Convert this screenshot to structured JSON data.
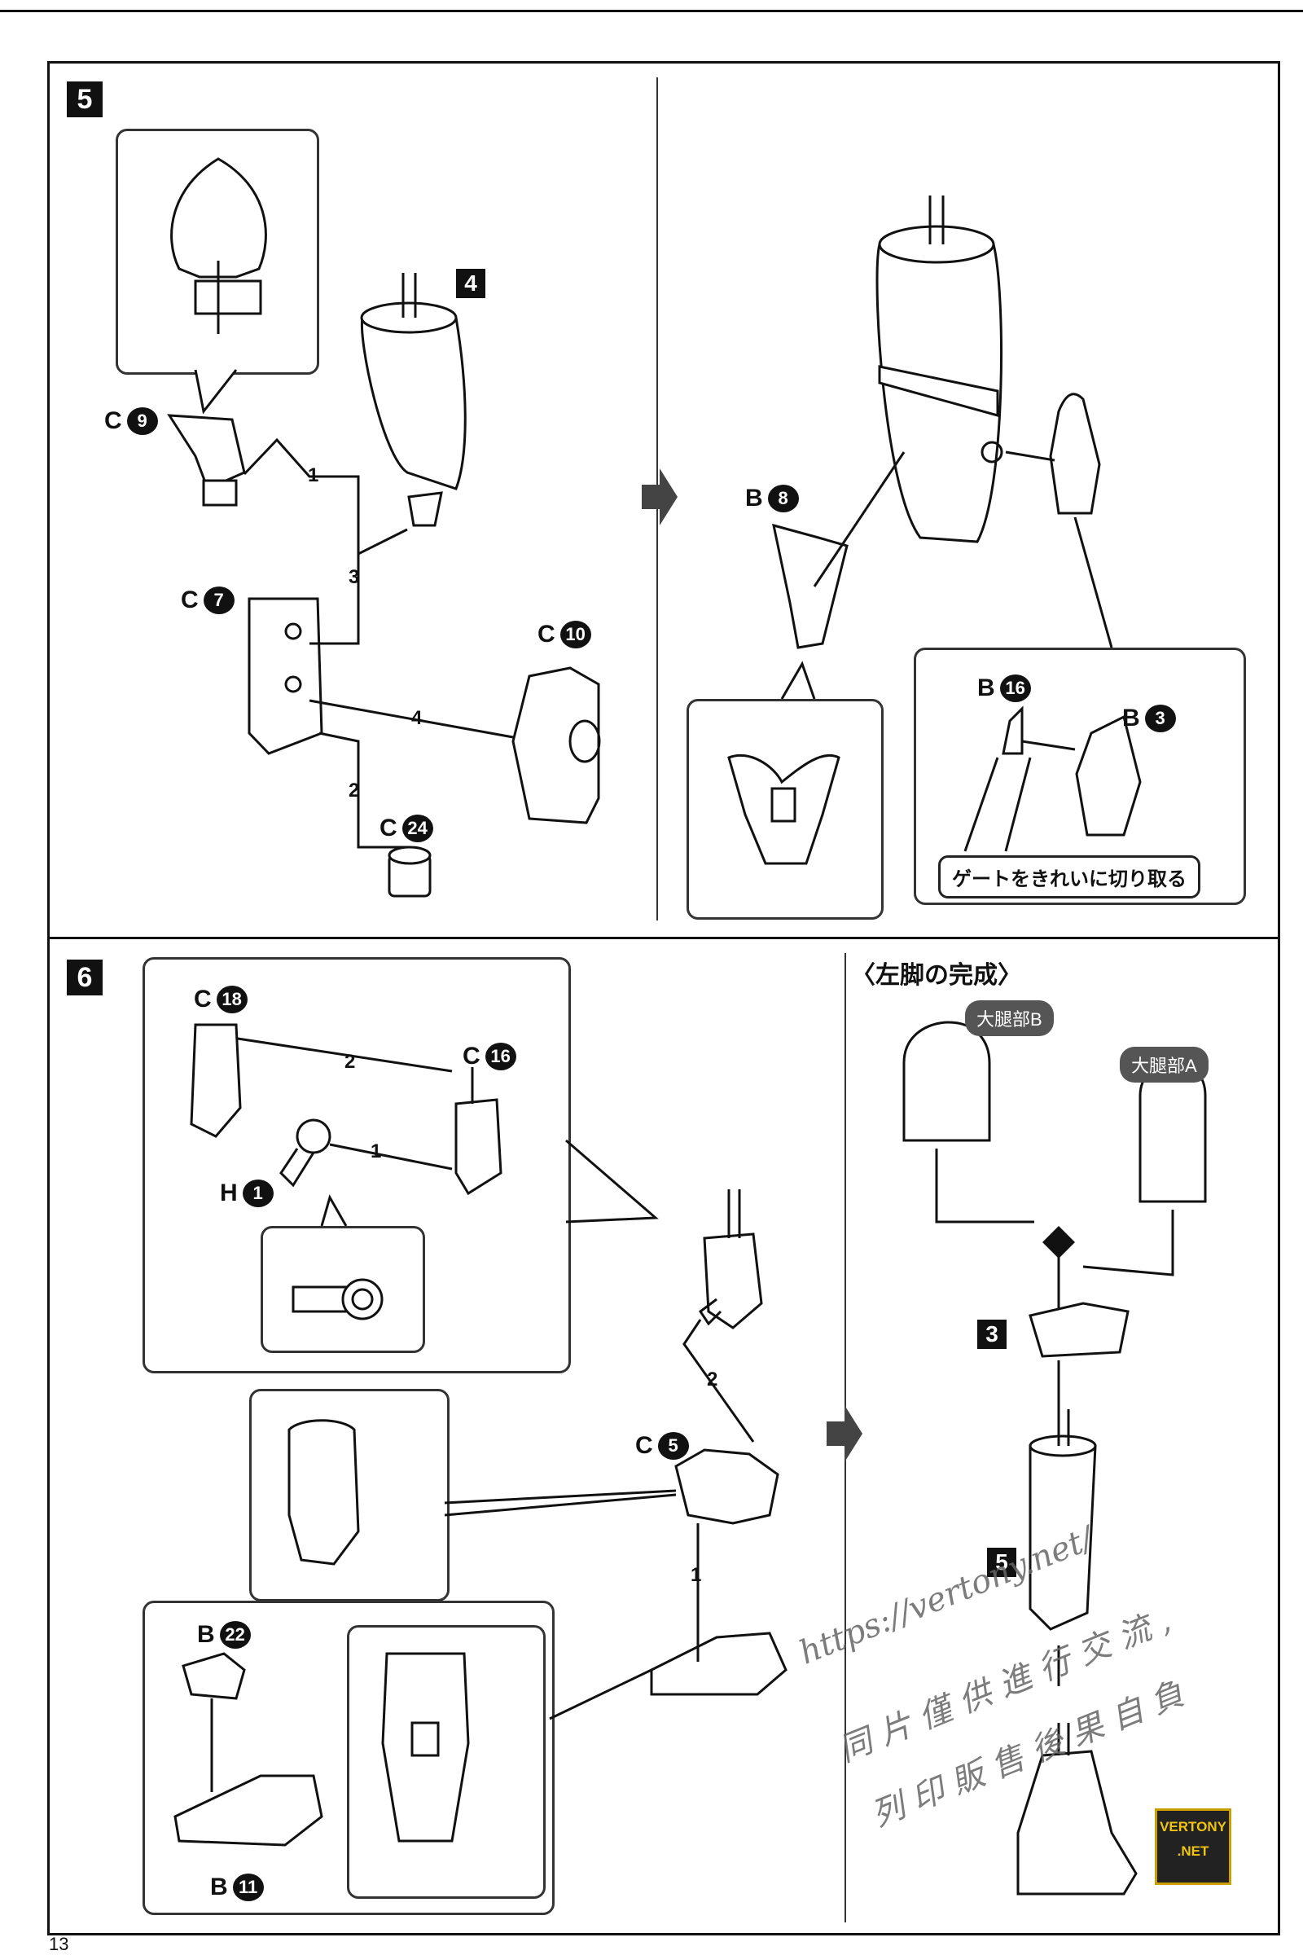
{
  "page_number": "13",
  "step5": {
    "number": "5",
    "sub_step": "4",
    "parts": {
      "c9": {
        "letter": "C",
        "num": "9"
      },
      "c7": {
        "letter": "C",
        "num": "7"
      },
      "c10": {
        "letter": "C",
        "num": "10"
      },
      "c24": {
        "letter": "C",
        "num": "24"
      },
      "b8": {
        "letter": "B",
        "num": "8"
      },
      "b16": {
        "letter": "B",
        "num": "16"
      },
      "b3": {
        "letter": "B",
        "num": "3"
      }
    },
    "order": [
      "1",
      "2",
      "3",
      "4"
    ],
    "gate_note": "ゲートをきれいに切り取る"
  },
  "step6": {
    "number": "6",
    "title": "〈左脚の完成〉",
    "parts": {
      "c18": {
        "letter": "C",
        "num": "18"
      },
      "c16": {
        "letter": "C",
        "num": "16"
      },
      "h1": {
        "letter": "H",
        "num": "1"
      },
      "c5": {
        "letter": "C",
        "num": "5"
      },
      "b22": {
        "letter": "B",
        "num": "22"
      },
      "b11": {
        "letter": "B",
        "num": "11"
      }
    },
    "order": [
      "1",
      "2"
    ],
    "thigh_b": "大腿部B",
    "thigh_a": "大腿部A",
    "sub_3": "3",
    "sub_5": "5"
  },
  "watermark": {
    "line1": "https://vertony.net/",
    "line2": "同 片 僅 供 進 行 交 流 ,",
    "line3": "列 印 販 售 後 果 自 負"
  },
  "logo": {
    "line1": "VERTONY",
    "line2": ".NET"
  }
}
